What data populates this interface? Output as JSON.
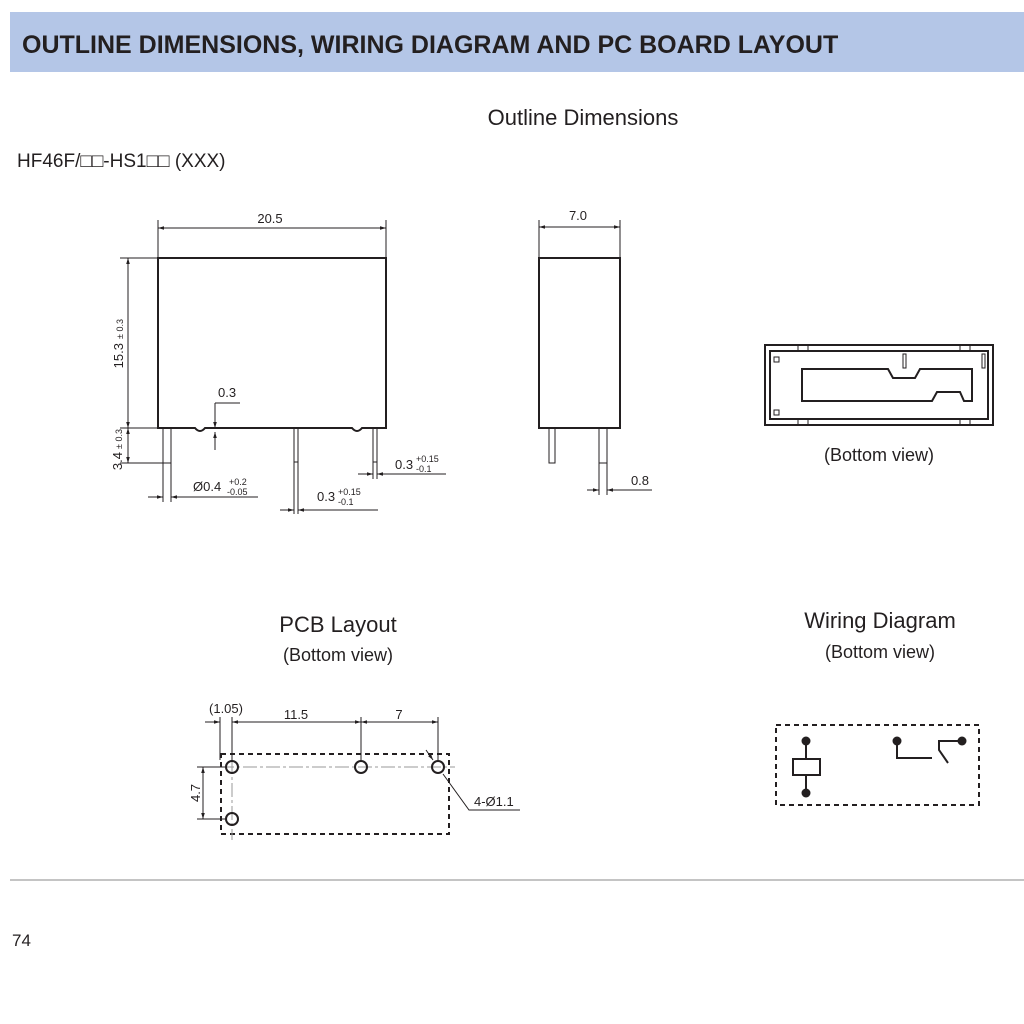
{
  "header": {
    "title": "OUTLINE DIMENSIONS, WIRING DIAGRAM AND PC BOARD LAYOUT",
    "band_color": "#b4c6e7"
  },
  "outline": {
    "title": "Outline Dimensions",
    "model": "HF46F/□□-HS1□□ (XXX)",
    "front": {
      "width": "20.5",
      "height": "15.3",
      "height_tol": "± 0.3",
      "pin_len": "3.4",
      "pin_len_tol": "± 0.3",
      "gap": "0.3",
      "pin_dia": "Ø0.4",
      "pin_dia_tol_plus": "+0.2",
      "pin_dia_tol_minus": "-0.05",
      "pin_w1": "0.3",
      "pin_w2": "0.3",
      "tol_plus": "+0.15",
      "tol_minus": "-0.1"
    },
    "side": {
      "width": "7.0",
      "pin_w": "0.8"
    },
    "bottom_label": "(Bottom view)"
  },
  "pcb": {
    "title": "PCB Layout",
    "subtitle": "(Bottom view)",
    "d1": "(1.05)",
    "d2": "11.5",
    "d3": "7",
    "d4": "4.7",
    "holes": "4-Ø1.1"
  },
  "wiring": {
    "title": "Wiring Diagram",
    "subtitle": "(Bottom view)"
  },
  "footer": {
    "page_number": "74"
  }
}
